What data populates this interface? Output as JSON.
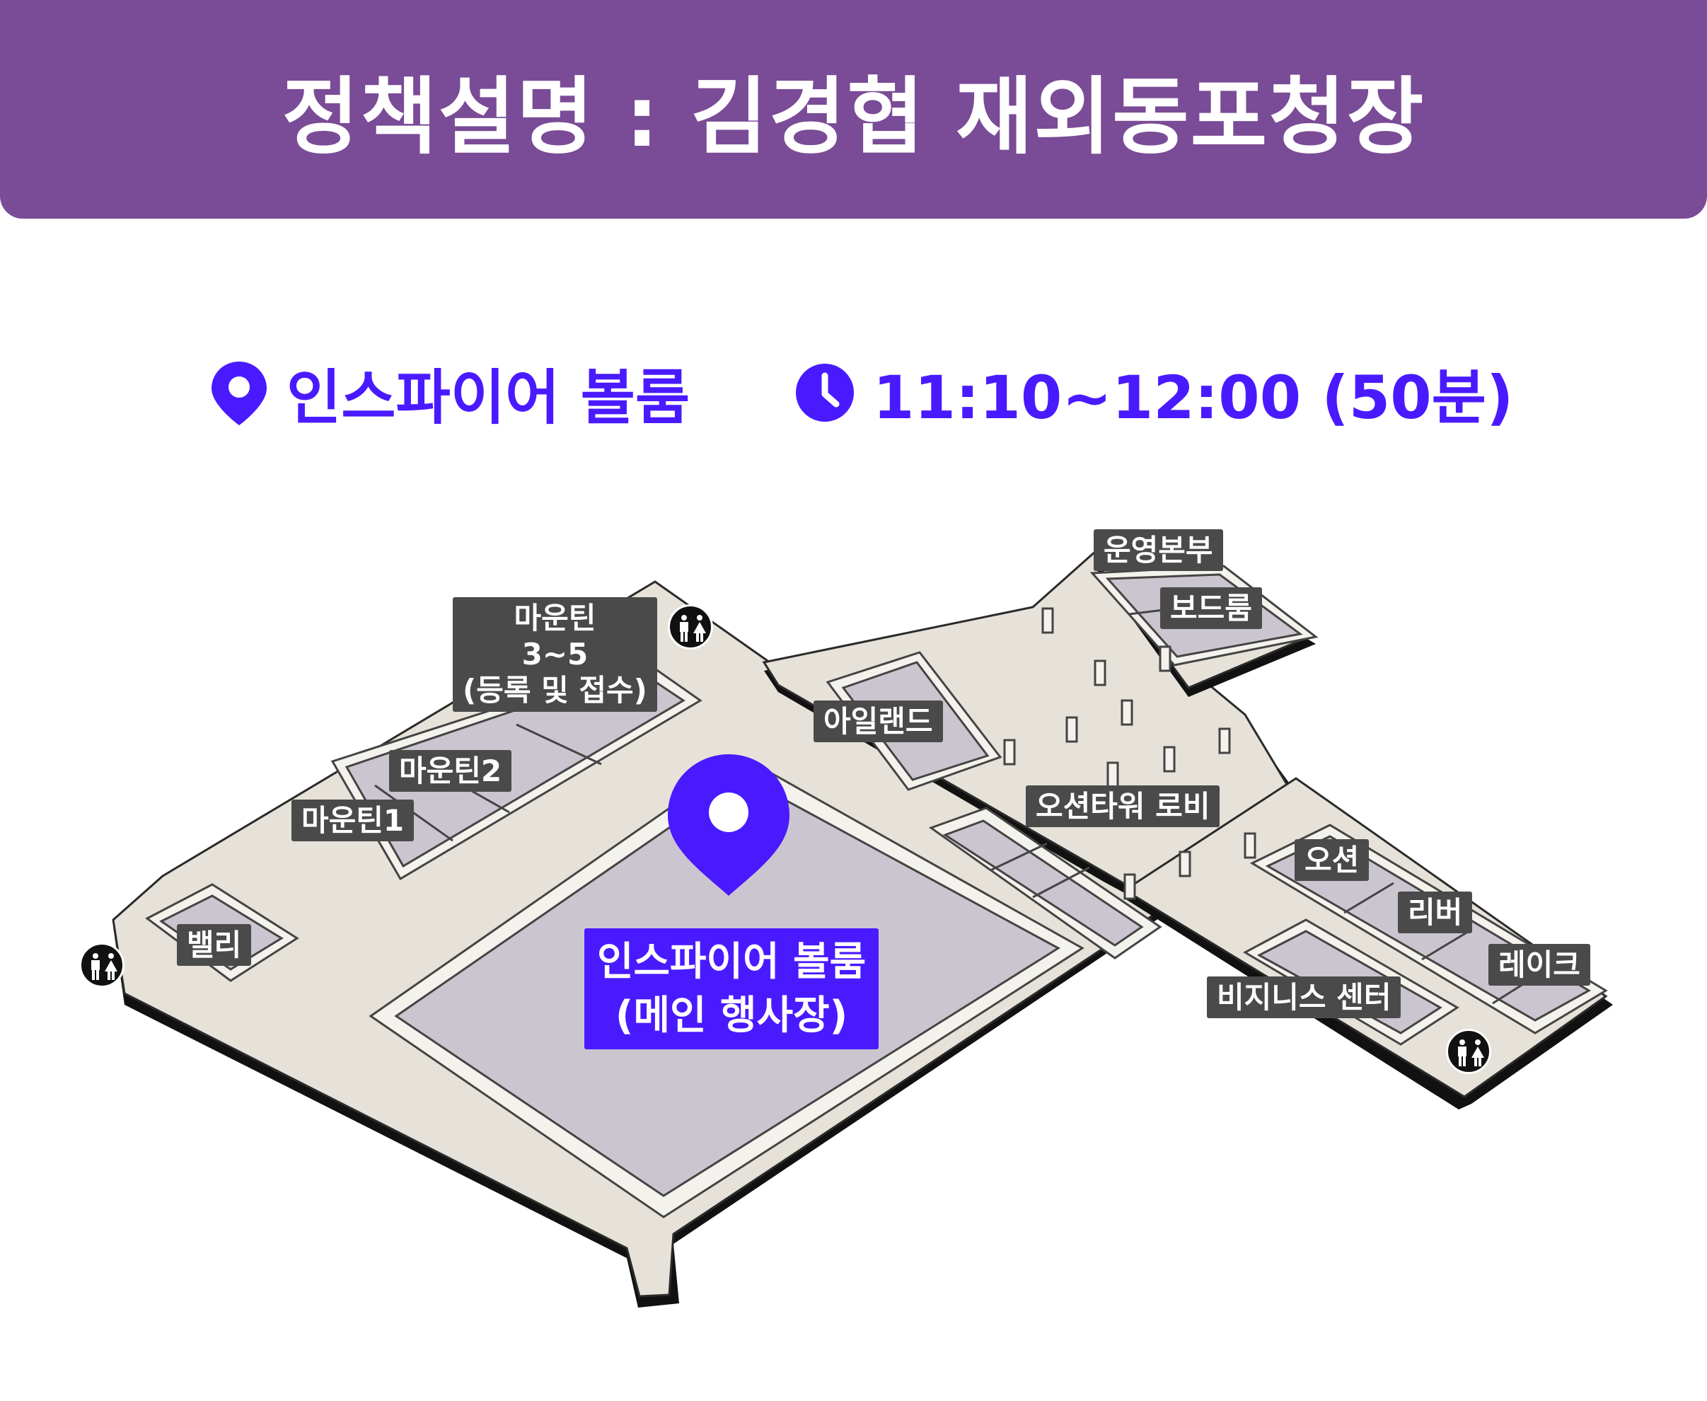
{
  "header": {
    "title": "정책설명 : 김경협 재외동포청장"
  },
  "event": {
    "location": "인스파이어 볼룸",
    "time": "11:10~12:00 (50분)",
    "location_icon": "location-pin-icon",
    "time_icon": "clock-icon"
  },
  "map": {
    "colors": {
      "floor": "#e6e2d9",
      "room": "#cbc5d0",
      "wall": "#f4f2ec",
      "outline": "#2a2a2a",
      "accent": "#4a1aff",
      "label_bg": "#4a4a4a"
    },
    "rooms": {
      "mountain_3_5": "마운틴\n3~5\n(등록 및 접수)",
      "mountain_2": "마운틴2",
      "mountain_1": "마운틴1",
      "valley": "밸리",
      "ireland": "아일랜드",
      "ops_hq": "운영본부",
      "boardroom": "보드룸",
      "ocean_tower_lobby": "오션타워 로비",
      "ocean": "오션",
      "river": "리버",
      "lake": "레이크",
      "business_center": "비지니스 센터",
      "inspire_ballroom": "인스파이어 볼룸\n(메인 행사장)"
    },
    "restroom_icon": "restroom-icon",
    "marker_icon": "venue-pin-icon"
  }
}
